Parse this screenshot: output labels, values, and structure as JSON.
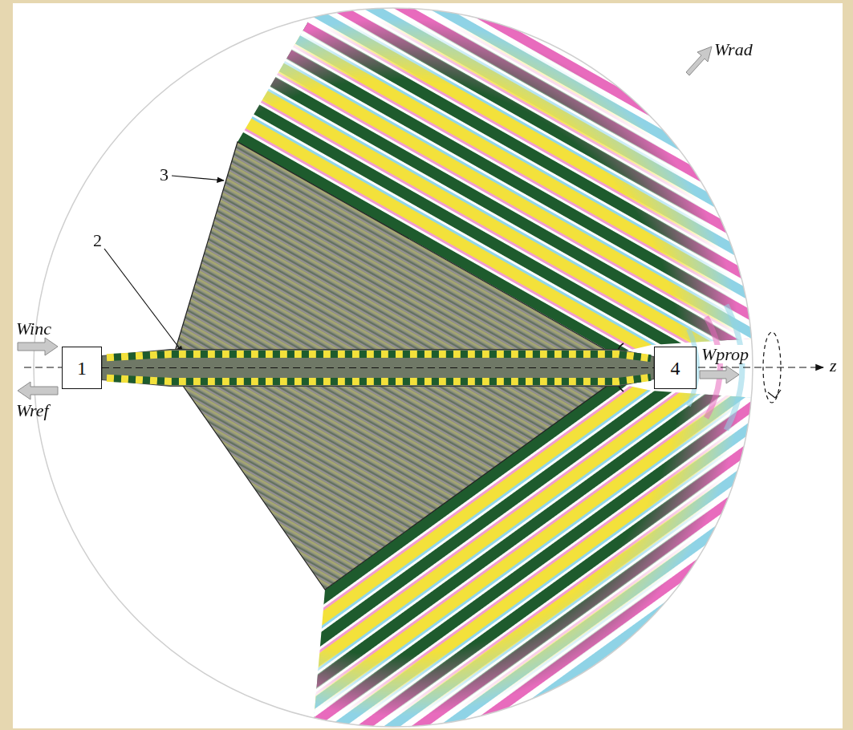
{
  "diagram": {
    "nodes": [
      {
        "text": [
          "1"
        ]
      },
      {
        "text": [
          "4"
        ]
      }
    ],
    "edges": [
      {
        "from": 0,
        "to": 1,
        "arrow": "none"
      }
    ],
    "labels": [
      "Winc",
      "Wref",
      "3",
      "2",
      "Wrad",
      "Wprop",
      "z"
    ]
  }
}
